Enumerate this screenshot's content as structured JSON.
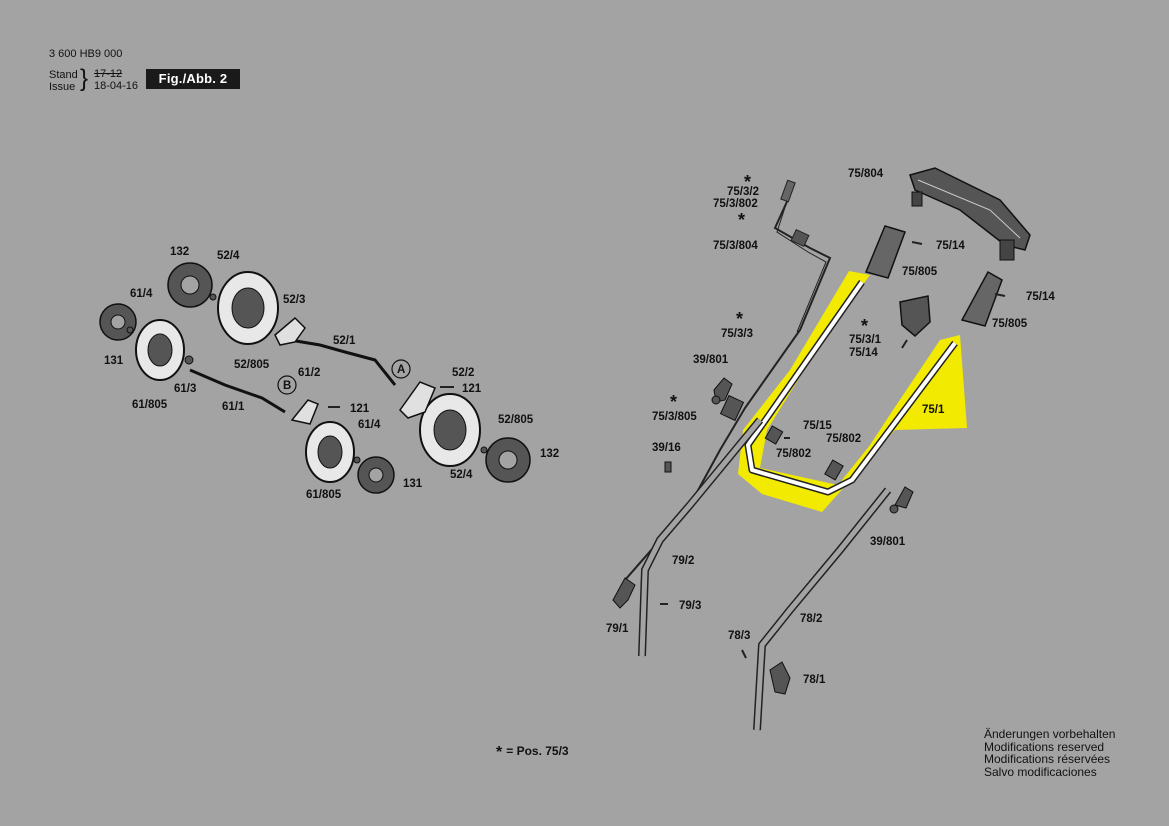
{
  "header": {
    "doc_number": "3 600 HB9 000",
    "stand_label": "Stand",
    "issue_label": "Issue",
    "stand_date": "17-12",
    "issue_date": "18-04-16",
    "figure_label": "Fig./Abb. 2"
  },
  "legend": {
    "star": "*",
    "text": "= Pos.  75/3"
  },
  "notes": [
    "Änderungen vorbehalten",
    "Modifications reserved",
    "Modifications réservées",
    "Salvo modificaciones"
  ],
  "highlight_color": "#f2ea00",
  "part_labels": {
    "p132a": "132",
    "p52_4a": "52/4",
    "p61_4a": "61/4",
    "p52_3": "52/3",
    "p131a": "131",
    "p52_805a": "52/805",
    "p61_805a": "61/805",
    "p61_3": "61/3",
    "p52_1": "52/1",
    "p61_1": "61/1",
    "pA": "A",
    "p52_2": "52/2",
    "p121a": "121",
    "pB": "B",
    "p61_2": "61/2",
    "p121b": "121",
    "p52_805b": "52/805",
    "p61_4b": "61/4",
    "p132b": "132",
    "p52_4b": "52/4",
    "p131b": "131",
    "p61_805b": "61/805",
    "p75_3_2": "75/3/2",
    "p75_3_802": "75/3/802",
    "p75_3_804": "75/3/804",
    "p75_804": "75/804",
    "p75_14a": "75/14",
    "p75_805a": "75/805",
    "p75_14b": "75/14",
    "p75_805b": "75/805",
    "p75_3_1": "75/3/1",
    "p75_14c": "75/14",
    "p75_3_3": "75/3/3",
    "p39_801a": "39/801",
    "p75_3_805": "75/3/805",
    "p75_1": "75/1",
    "p75_15": "75/15",
    "p75_802a": "75/802",
    "p75_802b": "75/802",
    "p39_16": "39/16",
    "p39_801b": "39/801",
    "p79_2": "79/2",
    "p79_3": "79/3",
    "p79_1": "79/1",
    "p78_2": "78/2",
    "p78_3": "78/3",
    "p78_1": "78/1",
    "star": "*"
  }
}
